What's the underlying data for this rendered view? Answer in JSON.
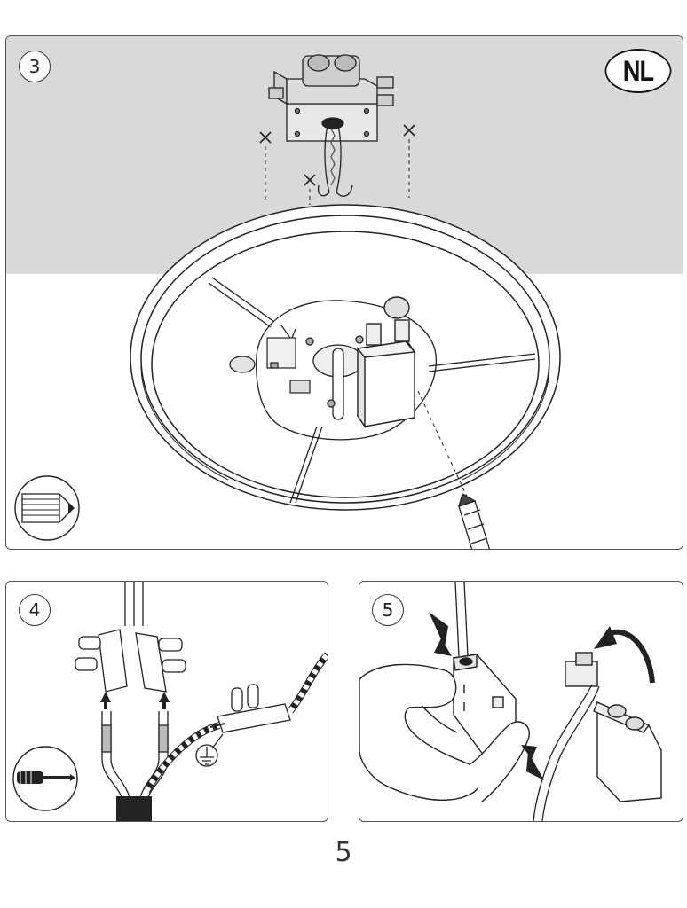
{
  "steps": {
    "step3": {
      "number": "3",
      "language_label": "NL",
      "tool_icon": "pencil-icon"
    },
    "step4": {
      "number": "4",
      "tool_icon": "screwdriver-icon",
      "symbol_icon": "ground-earth-icon"
    },
    "step5": {
      "number": "5"
    }
  },
  "page": {
    "number": "5"
  },
  "colors": {
    "ceiling": "#d9d9d9",
    "line": "#222222",
    "background": "#ffffff"
  }
}
